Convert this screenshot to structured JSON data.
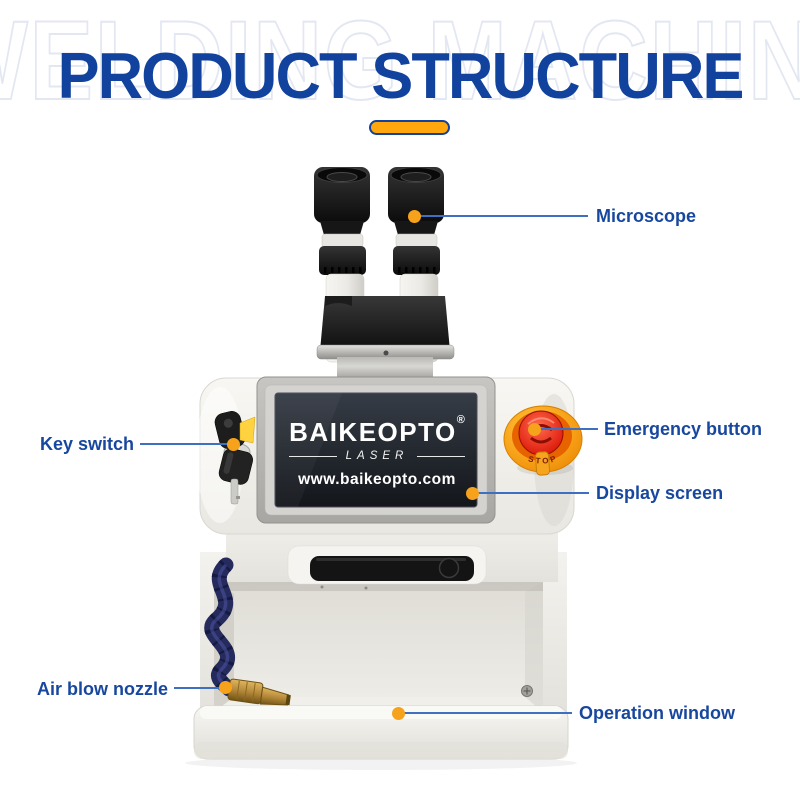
{
  "watermark_text": "WELDING MACHINE",
  "title": "PRODUCT STRUCTURE",
  "colors": {
    "title_blue": "#11429d",
    "label_blue": "#17479e",
    "leader_line_blue": "#3f6fc1",
    "callout_dot_orange": "#f7a21b",
    "accent_bar_orange": "#ffa70d",
    "emergency_red": "#cf1808",
    "emergency_ring_orange": "#f59b13",
    "hose_navy": "#262b5e",
    "nozzle_brass": "#b4883a"
  },
  "machine": {
    "brand": "BAIKEOPTO",
    "brand_reg": "®",
    "brand_line": "LASER",
    "website": "www.baikeopto.com",
    "emergency_stop_text": "STOP"
  },
  "callouts": {
    "microscope": {
      "label": "Microscope"
    },
    "emergency_button": {
      "label": "Emergency button"
    },
    "display_screen": {
      "label": "Display screen"
    },
    "key_switch": {
      "label": "Key switch"
    },
    "air_blow_nozzle": {
      "label": "Air blow nozzle"
    },
    "operation_window": {
      "label": "Operation window"
    }
  }
}
